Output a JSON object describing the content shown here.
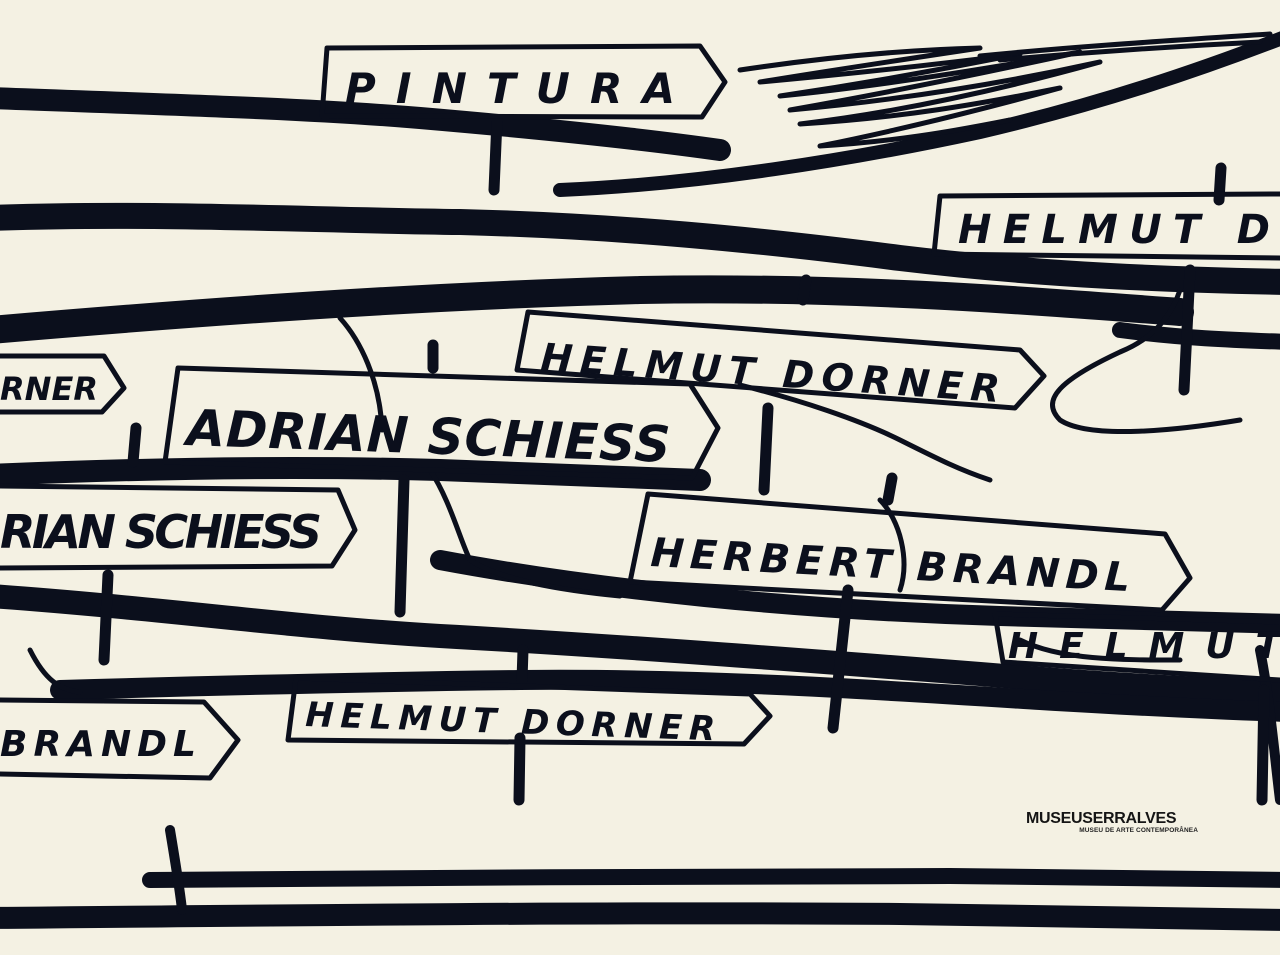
{
  "artwork": {
    "sign_lettering": [
      "PINTURA",
      "HELMUT D",
      "HELMUT DORNER",
      "RNER",
      "ADRIAN SCHIESS",
      "RIAN SCHIESS",
      "HERBERT BRANDL",
      "HELMUT DORNER",
      "BRANDL",
      "HELMUT"
    ],
    "ink_color": "#0b0f1c",
    "paper_color": "#f4f1e3"
  },
  "publisher": {
    "name_prefix": "MUSEU",
    "name_suffix": "SERRALVES",
    "tagline": "MUSEU DE ARTE CONTEMPORÂNEA"
  }
}
